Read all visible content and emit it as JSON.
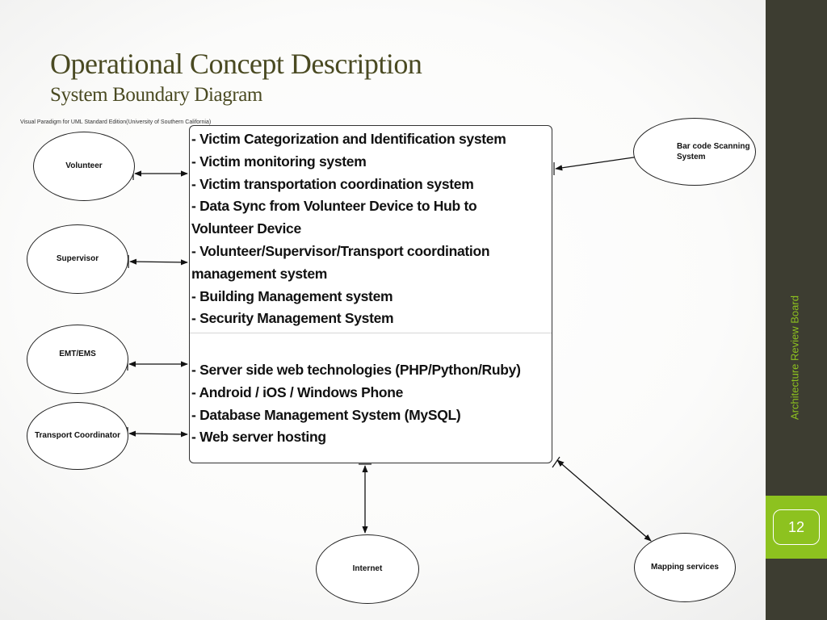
{
  "slide": {
    "title": "Operational Concept Description",
    "subtitle": "System Boundary Diagram",
    "side_label": "Architecture Review Board",
    "page_number": "12",
    "colors": {
      "title": "#4a4a22",
      "side_panel": "#3d3d31",
      "accent": "#8dc21f"
    }
  },
  "diagram": {
    "watermark": "Visual Paradigm for UML Standard Edition(University of Southern California)",
    "actors": {
      "volunteer": "Volunteer",
      "supervisor": "Supervisor",
      "emt": "EMT/EMS",
      "transport": "Transport Coordinator",
      "barcode_line1": "Bar code Scanning",
      "barcode_line2": "System",
      "internet": "Internet",
      "mapping": "Mapping services"
    },
    "system_functions": [
      "- Victim Categorization and Identification system",
      "- Victim monitoring system",
      "- Victim transportation coordination system",
      "- Data Sync from Volunteer Device to Hub to",
      "Volunteer Device",
      "- Volunteer/Supervisor/Transport coordination",
      "management system",
      "- Building Management system",
      "- Security Management System"
    ],
    "system_technologies": [
      "- Server side web technologies (PHP/Python/Ruby)",
      "- Android / iOS / Windows Phone",
      "- Database Management System (MySQL)",
      "- Web server hosting"
    ]
  }
}
